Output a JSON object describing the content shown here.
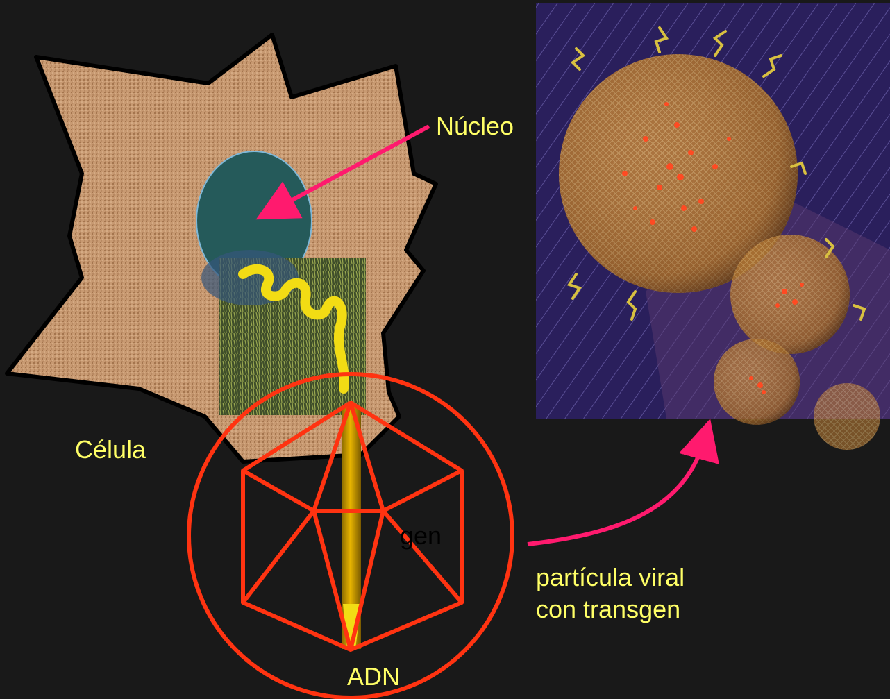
{
  "labels": {
    "nucleus": "Núcleo",
    "cell": "Célula",
    "gene": "gen",
    "dna": "ADN",
    "viral_particle_line1": "partícula viral",
    "viral_particle_line2": "con transgen"
  },
  "colors": {
    "background": "#191919",
    "text": "#ffff66",
    "arrow": "#ff1a6e",
    "capsid": "#ff3311",
    "cell_fill": "#c89a72",
    "nucleus_fill": "#255a5a",
    "dna": "#f2dc14",
    "panel_bg": "#2a1f5c",
    "virus_sphere": "#c8883a",
    "virus_dots": "#ff4a22"
  }
}
